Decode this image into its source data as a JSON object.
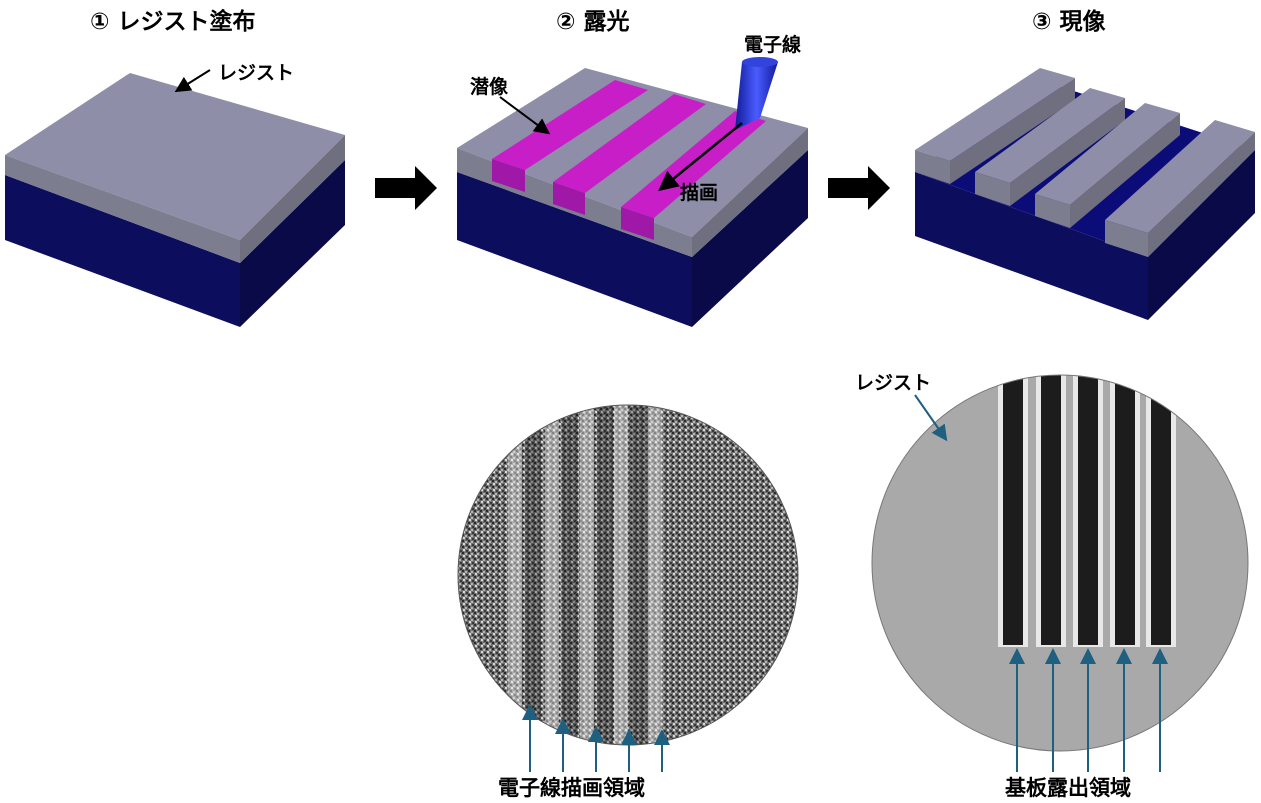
{
  "steps": [
    {
      "num": "①",
      "label": "レジスト塗布"
    },
    {
      "num": "②",
      "label": "露光"
    },
    {
      "num": "③",
      "label": "現像"
    }
  ],
  "annotations": {
    "resist": "レジスト",
    "latent_image": "潜像",
    "electron_beam": "電子線",
    "writing": "描画",
    "resist_sem": "レジスト"
  },
  "bottom_labels": {
    "exposure": "電子線描画領域",
    "development": "基板露出領域"
  },
  "colors": {
    "substrate": "#0d0d66",
    "resist": "#8c8ca0",
    "latent": "#c81ec8",
    "beam": "#2233cc",
    "arrow": "#1f5f7f"
  }
}
